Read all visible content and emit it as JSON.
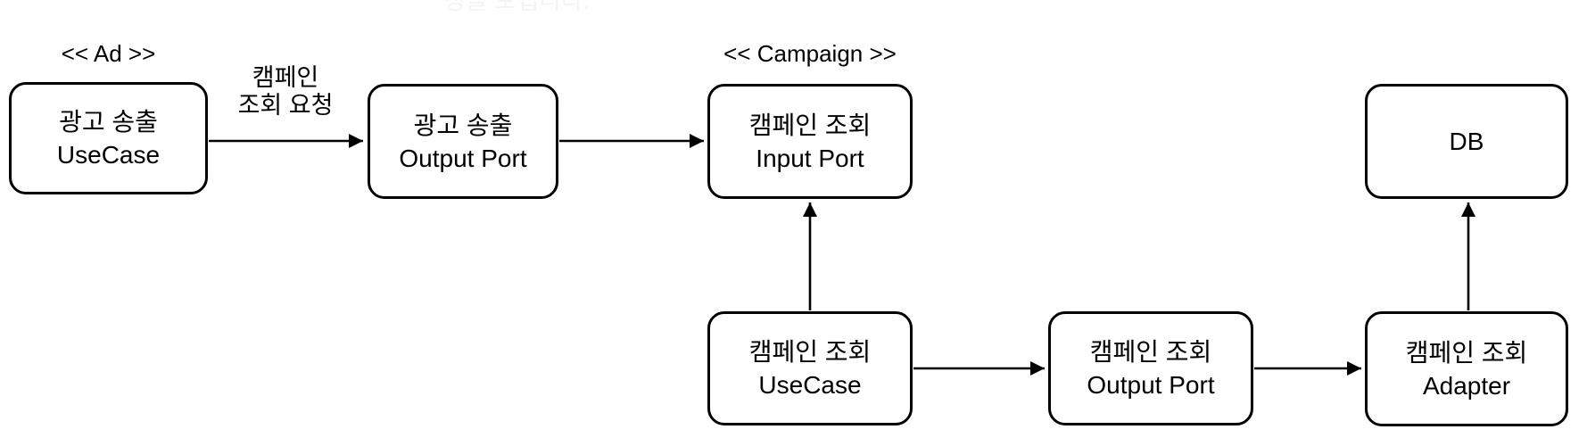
{
  "diagram": {
    "background_color": "#ffffff",
    "line_color": "#000000",
    "clipped_text_top": "청을 보냅니다.",
    "stereotypes": {
      "ad": "<< Ad >>",
      "campaign": "<< Campaign >>"
    },
    "nodes": {
      "ad_usecase": {
        "line1": "광고 송출",
        "line2": "UseCase"
      },
      "ad_output_port": {
        "line1": "광고 송출",
        "line2": "Output Port"
      },
      "campaign_input_port": {
        "line1": "캠페인 조회",
        "line2": "Input Port"
      },
      "campaign_usecase": {
        "line1": "캠페인 조회",
        "line2": "UseCase"
      },
      "campaign_output_port": {
        "line1": "캠페인 조회",
        "line2": "Output Port"
      },
      "campaign_adapter": {
        "line1": "캠페인 조회",
        "line2": "Adapter"
      },
      "db": {
        "line1": "DB"
      }
    },
    "edge_labels": {
      "campaign_lookup_request": {
        "line1": "캠페인",
        "line2": "조회 요청"
      }
    },
    "edges": [
      {
        "from": "ad_usecase",
        "to": "ad_output_port",
        "label": "캠페인 조회 요청"
      },
      {
        "from": "ad_output_port",
        "to": "campaign_input_port",
        "label": ""
      },
      {
        "from": "campaign_usecase",
        "to": "campaign_input_port",
        "label": ""
      },
      {
        "from": "campaign_usecase",
        "to": "campaign_output_port",
        "label": ""
      },
      {
        "from": "campaign_output_port",
        "to": "campaign_adapter",
        "label": ""
      },
      {
        "from": "campaign_adapter",
        "to": "db",
        "label": ""
      }
    ]
  }
}
